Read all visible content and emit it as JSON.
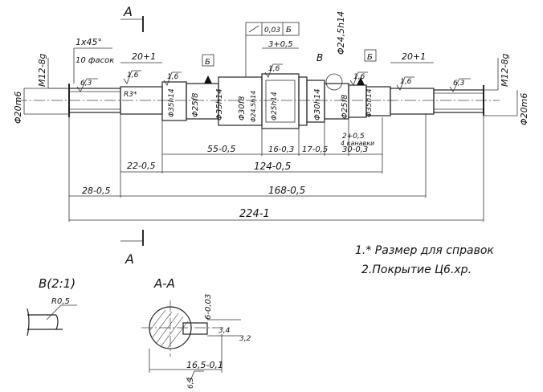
{
  "section_marker": {
    "letter_top": "А",
    "letter_bottom": "А"
  },
  "chamfer": {
    "size": "1x45°",
    "count": "10 фасок"
  },
  "threads": {
    "left": "M12-8g",
    "right": "M12-8g"
  },
  "diameters": {
    "end_left": "Φ20m6",
    "end_right": "Φ20m6",
    "d1": "Φ35h14",
    "d2": "Φ25f8",
    "d3": "Φ35h14",
    "d4": "Φ30f8",
    "d5": "Φ24,5h14",
    "d6": "Φ25h14",
    "d7": "Φ30h14",
    "d8": "Φ25f8",
    "d9": "Φ35h14",
    "d10": "Φ24,5h14"
  },
  "roughness": {
    "r1": "6,3",
    "r2": "1,6",
    "r3": "1,6",
    "r4": "1,6",
    "r5": "1,6",
    "r6": "1,6",
    "r7": "6,3"
  },
  "datum": {
    "b": "Б"
  },
  "tolerance_frame": {
    "value": "0,03",
    "datum": "Б"
  },
  "detail_callout": "В",
  "radius_R3": "R3*",
  "dims": {
    "key_top": "3+0,5",
    "len_left_20": "20+1",
    "len_right_20": "20+1",
    "d_22": "22-0,5",
    "d_55": "55-0,5",
    "d_16": "16-0,3",
    "d_17": "17-0,5",
    "d_2": "2+0,5",
    "grooves": "4 канавки",
    "d_30": "30-0,3",
    "d_124": "124-0,5",
    "d_28": "28-0,5",
    "d_168": "168-0,5",
    "d_224": "224-1"
  },
  "notes": {
    "n1": "1.* Размер для справок",
    "n2": "2.Покрытие Ц6.хр."
  },
  "detail_view": {
    "title": "В(2:1)",
    "radius": "R0,5"
  },
  "section_view": {
    "title": "А-А",
    "key_width": "6-0,03",
    "depth1": "3,4",
    "depth2": "3,2",
    "dim": "16,5-0,1",
    "roughness": "6,3"
  }
}
